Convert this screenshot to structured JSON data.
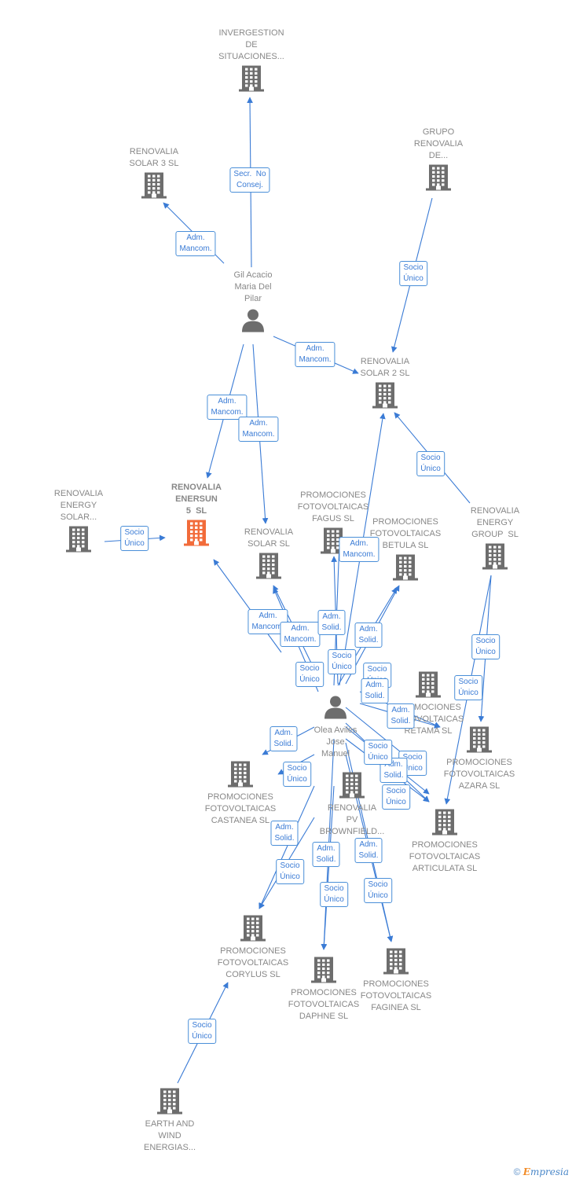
{
  "colors": {
    "edge": "#3a7bd5",
    "building": "#6d6d6d",
    "main_building": "#f26b3a",
    "person": "#6d6d6d"
  },
  "nodes": [
    {
      "id": "invergestion",
      "type": "company",
      "label": "INVERGESTION\nDE\nSITUACIONES..."
    },
    {
      "id": "renovalia_solar3",
      "type": "company",
      "label": "RENOVALIA\nSOLAR 3 SL"
    },
    {
      "id": "grupo_renovalia",
      "type": "company",
      "label": "GRUPO\nRENOVALIA\nDE..."
    },
    {
      "id": "gil_acacio",
      "type": "person",
      "label": "Gil Acacio\nMaria Del\nPilar"
    },
    {
      "id": "renovalia_solar2",
      "type": "company",
      "label": "RENOVALIA\nSOLAR 2 SL"
    },
    {
      "id": "renovalia_energy_solar",
      "type": "company",
      "label": "RENOVALIA\nENERGY\nSOLAR..."
    },
    {
      "id": "renovalia_enersun",
      "type": "main",
      "label": "RENOVALIA\nENERSUN\n5  SL"
    },
    {
      "id": "renovalia_solar",
      "type": "company",
      "label": "RENOVALIA\nSOLAR SL"
    },
    {
      "id": "fagus",
      "type": "company",
      "label": "PROMOCIONES\nFOTOVOLTAICAS\nFAGUS SL"
    },
    {
      "id": "betula",
      "type": "company",
      "label": "PROMOCIONES\nFOTOVOLTAICAS\nBETULA SL"
    },
    {
      "id": "renovalia_group",
      "type": "company",
      "label": "RENOVALIA\nENERGY\nGROUP  SL"
    },
    {
      "id": "retama",
      "type": "company",
      "label": "PROMOCIONES\nFOTOVOLTAICAS\nRETAMA SL"
    },
    {
      "id": "olea",
      "type": "person",
      "label": "Olea Aviles\nJose\nManuel"
    },
    {
      "id": "azara",
      "type": "company",
      "label": "PROMOCIONES\nFOTOVOLTAICAS\nAZARA SL"
    },
    {
      "id": "castanea",
      "type": "company",
      "label": "PROMOCIONES\nFOTOVOLTAICAS\nCASTANEA SL"
    },
    {
      "id": "renovalia_pv",
      "type": "company",
      "label": "RENOVALIA\nPV\nBROWNFIELD..."
    },
    {
      "id": "articulata",
      "type": "company",
      "label": "PROMOCIONES\nFOTOVOLTAICAS\nARTICULATA SL"
    },
    {
      "id": "corylus",
      "type": "company",
      "label": "PROMOCIONES\nFOTOVOLTAICAS\nCORYLUS SL"
    },
    {
      "id": "daphne",
      "type": "company",
      "label": "PROMOCIONES\nFOTOVOLTAICAS\nDAPHNE SL"
    },
    {
      "id": "faginea",
      "type": "company",
      "label": "PROMOCIONES\nFOTOVOLTAICAS\nFAGINEA SL"
    },
    {
      "id": "earth_wind",
      "type": "company",
      "label": "EARTH AND\nWIND\nENERGIAS..."
    }
  ],
  "edges": [
    {
      "from": "gil_acacio",
      "to": "invergestion",
      "label": "Secr.  No\nConsej."
    },
    {
      "from": "gil_acacio",
      "to": "renovalia_solar3",
      "label": "Adm.\nMancom."
    },
    {
      "from": "gil_acacio",
      "to": "renovalia_solar2",
      "label": "Adm.\nMancom."
    },
    {
      "from": "gil_acacio",
      "to": "renovalia_enersun",
      "label": "Adm.\nMancom."
    },
    {
      "from": "gil_acacio",
      "to": "renovalia_solar",
      "label": "Adm.\nMancom."
    },
    {
      "from": "grupo_renovalia",
      "to": "renovalia_solar2",
      "label": "Socio\nÚnico"
    },
    {
      "from": "renovalia_group",
      "to": "renovalia_solar2",
      "label": "Socio\nÚnico"
    },
    {
      "from": "renovalia_energy_solar",
      "to": "renovalia_enersun",
      "label": "Socio\nÚnico"
    },
    {
      "from": "olea",
      "to": "fagus",
      "label": "Adm.\nMancom."
    },
    {
      "from": "olea",
      "to": "renovalia_enersun",
      "label": "Adm.\nMancom."
    },
    {
      "from": "olea",
      "to": "renovalia_solar",
      "label": "Adm.\nMancom."
    },
    {
      "from": "olea",
      "to": "fagus",
      "label": "Adm.\nSolid."
    },
    {
      "from": "olea",
      "to": "betula",
      "label": "Adm.\nSolid."
    },
    {
      "from": "olea",
      "to": "renovalia_solar",
      "label": "Socio\nÚnico"
    },
    {
      "from": "olea",
      "to": "betula",
      "label": "Socio\nÚnico"
    },
    {
      "from": "olea",
      "to": "renovalia_solar2",
      "label": "Socio\nÚnico"
    },
    {
      "from": "olea",
      "to": "retama",
      "label": "Adm.\nSolid."
    },
    {
      "from": "olea",
      "to": "retama",
      "label": "Adm.\nSolid."
    },
    {
      "from": "renovalia_group",
      "to": "azara",
      "label": "Socio\nÚnico"
    },
    {
      "from": "renovalia_group",
      "to": "articulata",
      "label": "Socio\nÚnico"
    },
    {
      "from": "olea",
      "to": "castanea",
      "label": "Adm.\nSolid."
    },
    {
      "from": "olea",
      "to": "azara",
      "label": "Socio\nÚnico"
    },
    {
      "from": "olea",
      "to": "azara",
      "label": "Adm.\nSolid."
    },
    {
      "from": "olea",
      "to": "castanea",
      "label": "Socio\nÚnico"
    },
    {
      "from": "olea",
      "to": "articulata",
      "label": "Socio\nÚnico"
    },
    {
      "from": "olea",
      "to": "corylus",
      "label": "Adm.\nSolid."
    },
    {
      "from": "olea",
      "to": "daphne",
      "label": "Adm.\nSolid."
    },
    {
      "from": "olea",
      "to": "faginea",
      "label": "Adm.\nSolid."
    },
    {
      "from": "olea",
      "to": "corylus",
      "label": "Socio\nÚnico"
    },
    {
      "from": "olea",
      "to": "daphne",
      "label": "Socio\nÚnico"
    },
    {
      "from": "olea",
      "to": "faginea",
      "label": "Socio\nÚnico"
    },
    {
      "from": "earth_wind",
      "to": "corylus",
      "label": "Socio\nÚnico"
    },
    {
      "from": "olea",
      "to": "retama",
      "label": "Socio\nÚnico"
    }
  ],
  "footer": {
    "copyright": "©",
    "brand_e": "E",
    "brand_rest": "mpresia"
  }
}
